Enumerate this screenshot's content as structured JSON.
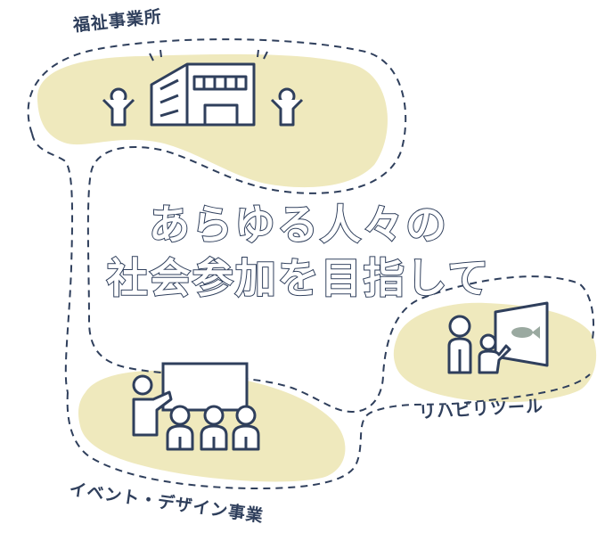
{
  "palette": {
    "ink": "#2f3f5c",
    "blob": "#efe9bd",
    "fish": "#9aa9a0"
  },
  "headline": {
    "line1": "あらゆる人々の",
    "line2": "社会参加を目指して"
  },
  "areas": [
    {
      "id": "welfare",
      "label": "福祉事業所",
      "icons": [
        "building-icon",
        "person-cheering-icon",
        "person-cheering-icon"
      ]
    },
    {
      "id": "event",
      "label": "イベント・デザイン事業",
      "icons": [
        "presenter-icon",
        "whiteboard-icon",
        "audience-icon"
      ]
    },
    {
      "id": "rehab",
      "label": "リハビリツール",
      "icons": [
        "adult-icon",
        "child-icon",
        "screen-icon",
        "fish-icon"
      ]
    }
  ]
}
